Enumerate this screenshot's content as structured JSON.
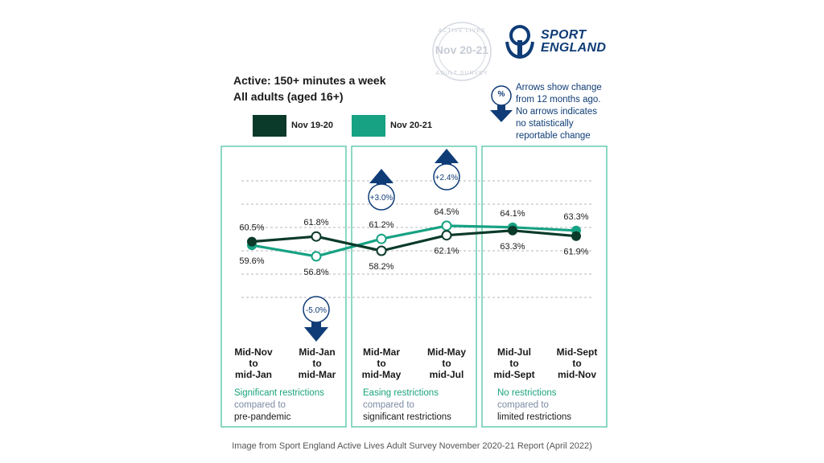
{
  "logo": {
    "line1": "SPORT",
    "line2": "ENGLAND"
  },
  "badge": {
    "label": "Nov 20-21",
    "ring_top": "ACTIVE LIVES",
    "ring_bottom": "ADULT SURVEY"
  },
  "title": {
    "line1": "Active: 150+ minutes a week",
    "line2": "All adults (aged 16+)"
  },
  "legend": [
    {
      "label": "Nov 19-20",
      "color": "#0b3a2a"
    },
    {
      "label": "Nov 20-21",
      "color": "#17a283"
    }
  ],
  "note": {
    "symbol": "%",
    "lines": [
      "Arrows show change",
      "from 12 months ago.",
      "No arrows indicates",
      "no statistically",
      "reportable change"
    ]
  },
  "panels": [
    {
      "line1": "Significant restrictions",
      "line2": "compared to",
      "line3": "pre-pandemic"
    },
    {
      "line1": "Easing restrictions",
      "line2": "compared to",
      "line3": "significant restrictions"
    },
    {
      "line1": "No restrictions",
      "line2": "compared to",
      "line3": "limited restrictions"
    }
  ],
  "chart_data": {
    "type": "line",
    "categories": [
      [
        "Mid-Nov",
        "to",
        "mid-Jan"
      ],
      [
        "Mid-Jan",
        "to",
        "mid-Mar"
      ],
      [
        "Mid-Mar",
        "to",
        "mid-May"
      ],
      [
        "Mid-May",
        "to",
        "mid-Jul"
      ],
      [
        "Mid-Jul",
        "to",
        "mid-Sept"
      ],
      [
        "Mid-Sept",
        "to",
        "mid-Nov"
      ]
    ],
    "series": [
      {
        "name": "Nov 19-20",
        "color": "#0b3a2a",
        "values": [
          60.5,
          61.8,
          58.2,
          62.1,
          63.3,
          61.9
        ],
        "labels": [
          "60.5%",
          "61.8%",
          "58.2%",
          "62.1%",
          "63.3%",
          "61.9%"
        ]
      },
      {
        "name": "Nov 20-21",
        "color": "#17a283",
        "values": [
          59.6,
          56.8,
          61.2,
          64.5,
          64.1,
          63.3
        ],
        "labels": [
          "59.6%",
          "56.8%",
          "61.2%",
          "64.5%",
          "64.1%",
          "63.3%"
        ]
      }
    ],
    "changes": [
      {
        "category_index": 1,
        "label": "-5.0%",
        "direction": "down"
      },
      {
        "category_index": 2,
        "label": "+3.0%",
        "direction": "up"
      },
      {
        "category_index": 3,
        "label": "+2.4%",
        "direction": "up"
      }
    ],
    "ylim": [
      50,
      70
    ],
    "grid": true,
    "legend_position": "top-left"
  },
  "caption": "Image from Sport England Active Lives Adult Survey November 2020-21 Report (April 2022)"
}
